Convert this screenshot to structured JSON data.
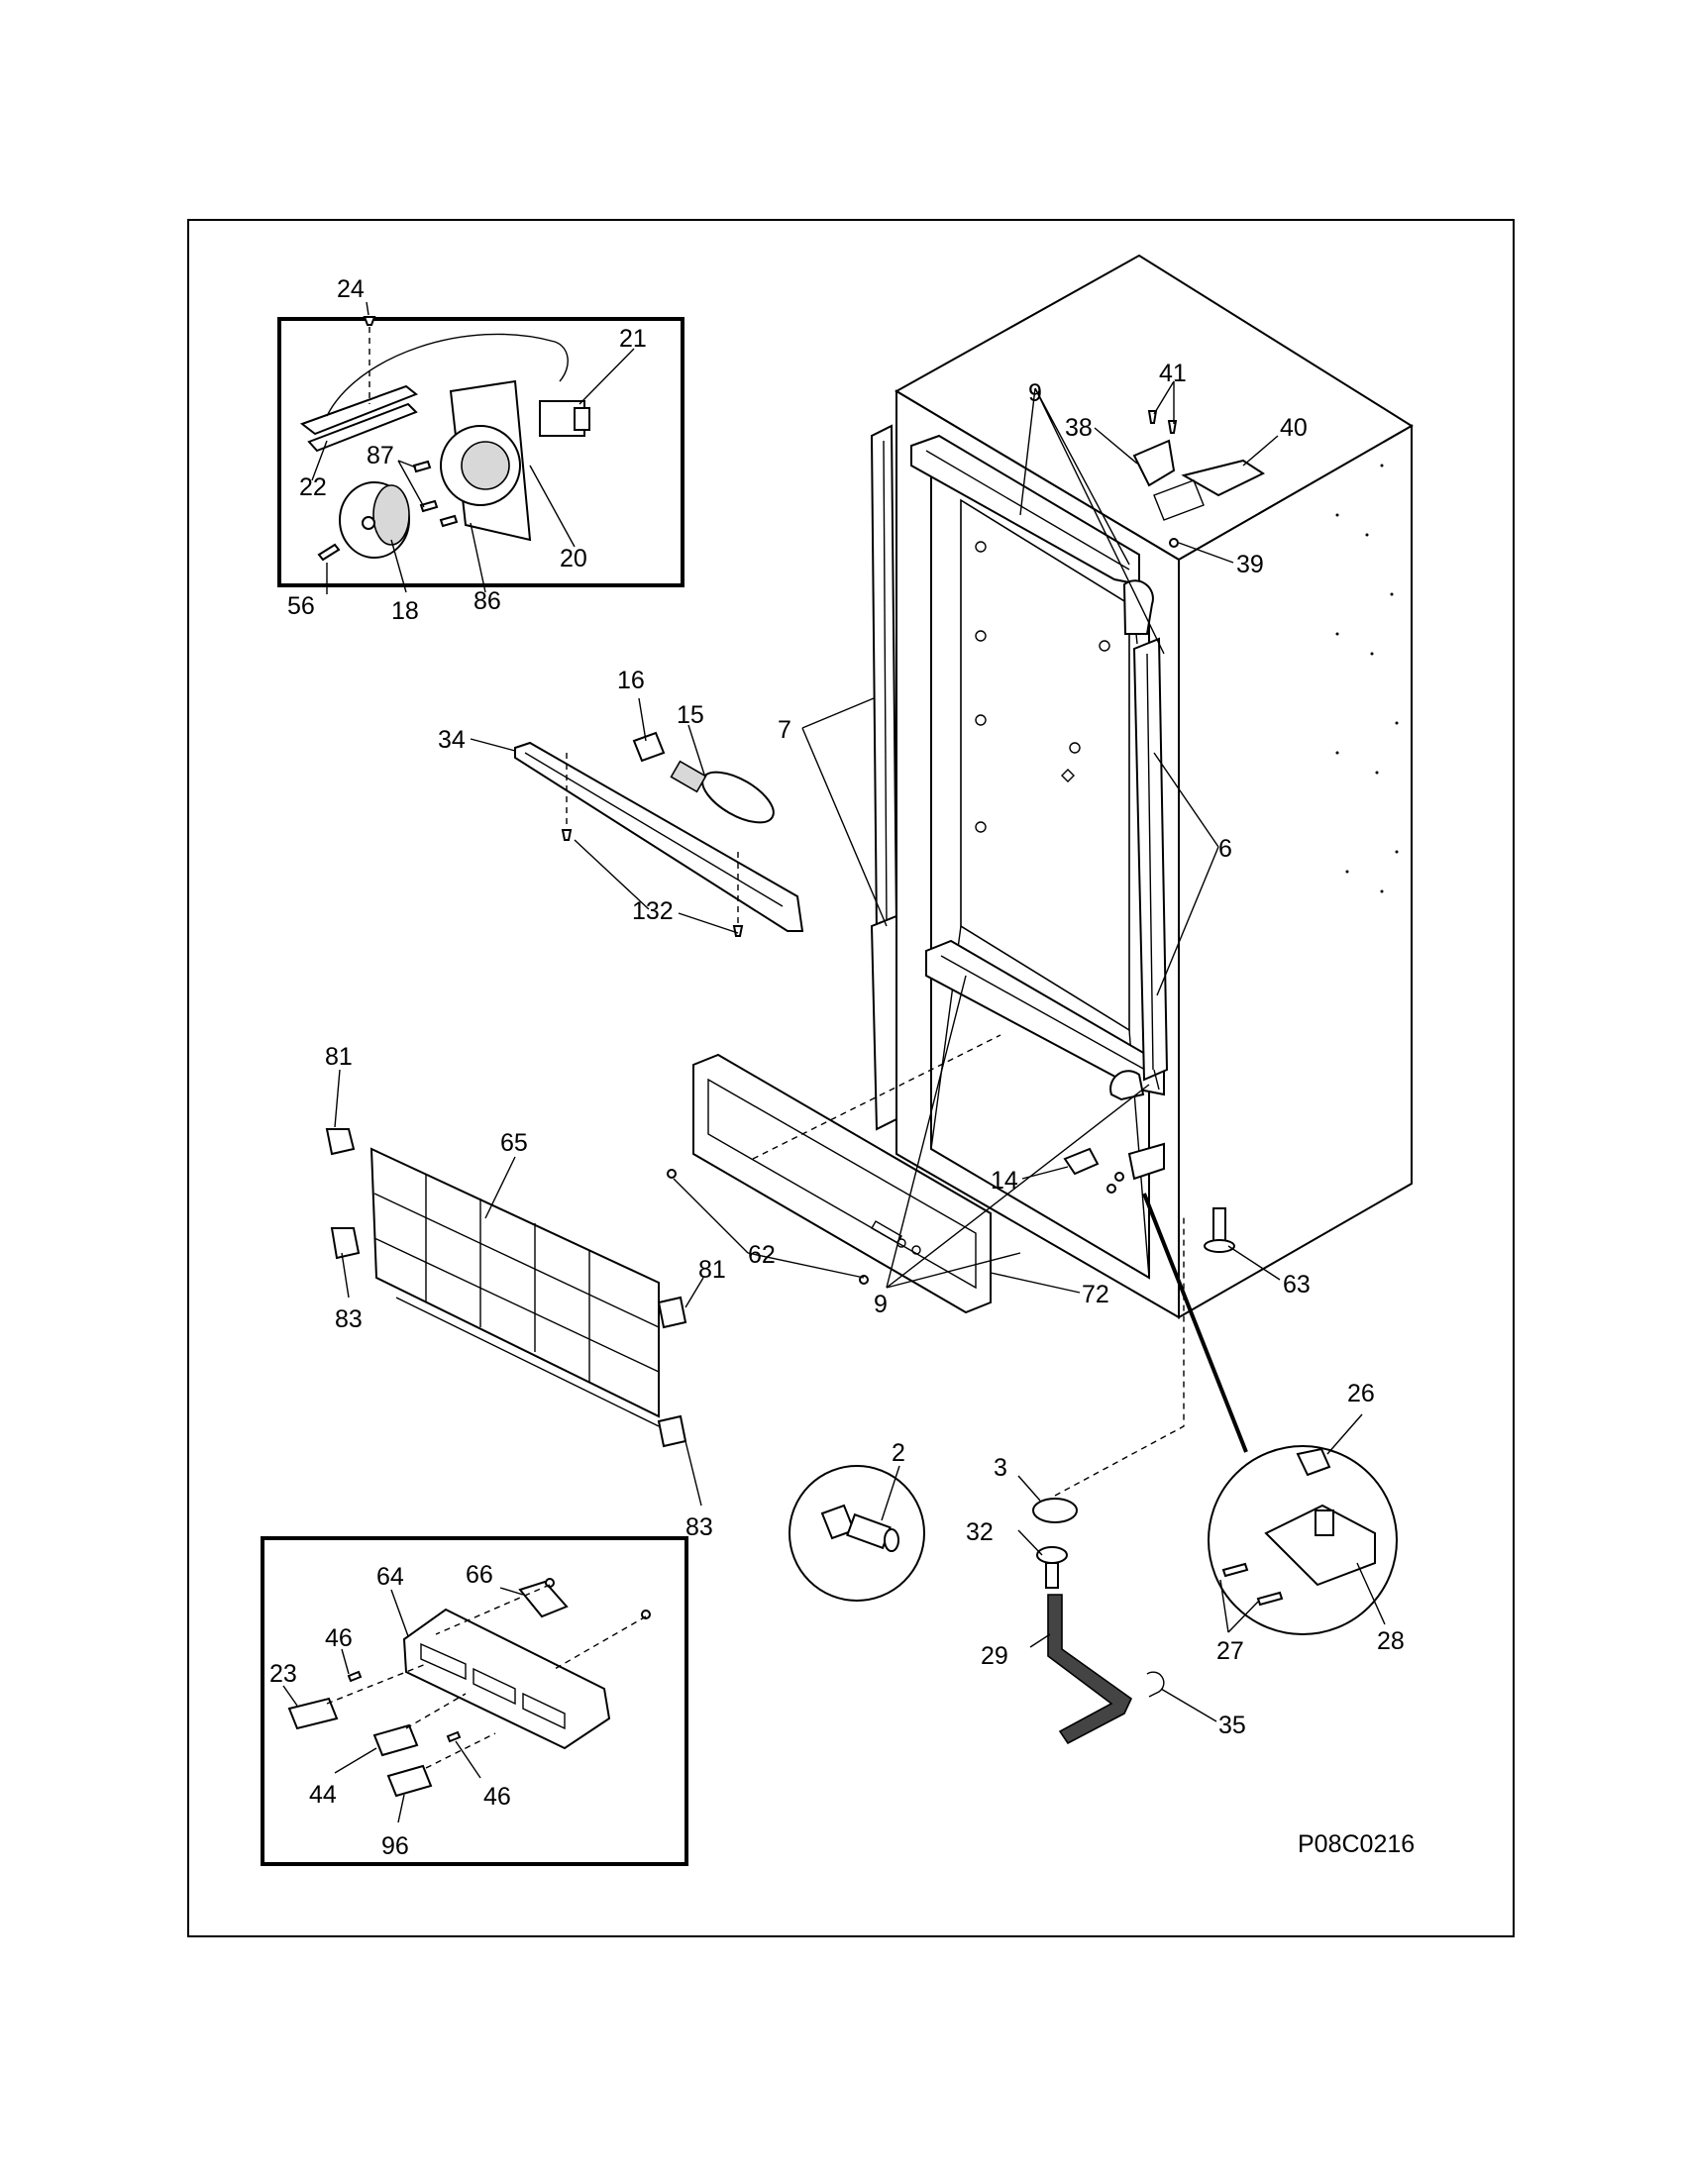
{
  "drawing_code": "P08C0216",
  "callouts": [
    {
      "key": "c24",
      "text": "24"
    },
    {
      "key": "c21",
      "text": "21"
    },
    {
      "key": "c87",
      "text": "87"
    },
    {
      "key": "c22",
      "text": "22"
    },
    {
      "key": "c20",
      "text": "20"
    },
    {
      "key": "c56",
      "text": "56"
    },
    {
      "key": "c18",
      "text": "18"
    },
    {
      "key": "c86",
      "text": "86"
    },
    {
      "key": "c16",
      "text": "16"
    },
    {
      "key": "c15",
      "text": "15"
    },
    {
      "key": "c34",
      "text": "34"
    },
    {
      "key": "c132",
      "text": "132"
    },
    {
      "key": "c9a",
      "text": "9"
    },
    {
      "key": "c41",
      "text": "41"
    },
    {
      "key": "c38",
      "text": "38"
    },
    {
      "key": "c40",
      "text": "40"
    },
    {
      "key": "c39",
      "text": "39"
    },
    {
      "key": "c7",
      "text": "7"
    },
    {
      "key": "c6",
      "text": "6"
    },
    {
      "key": "c9b",
      "text": "9"
    },
    {
      "key": "c81a",
      "text": "81"
    },
    {
      "key": "c65",
      "text": "65"
    },
    {
      "key": "c83a",
      "text": "83"
    },
    {
      "key": "c81b",
      "text": "81"
    },
    {
      "key": "c83b",
      "text": "83"
    },
    {
      "key": "c62",
      "text": "62"
    },
    {
      "key": "c72",
      "text": "72"
    },
    {
      "key": "c14",
      "text": "14"
    },
    {
      "key": "c63",
      "text": "63"
    },
    {
      "key": "c26",
      "text": "26"
    },
    {
      "key": "c27",
      "text": "27"
    },
    {
      "key": "c28",
      "text": "28"
    },
    {
      "key": "c2",
      "text": "2"
    },
    {
      "key": "c3",
      "text": "3"
    },
    {
      "key": "c32",
      "text": "32"
    },
    {
      "key": "c29",
      "text": "29"
    },
    {
      "key": "c35",
      "text": "35"
    },
    {
      "key": "c64",
      "text": "64"
    },
    {
      "key": "c66",
      "text": "66"
    },
    {
      "key": "c46a",
      "text": "46"
    },
    {
      "key": "c23",
      "text": "23"
    },
    {
      "key": "c44",
      "text": "44"
    },
    {
      "key": "c46b",
      "text": "46"
    },
    {
      "key": "c96",
      "text": "96"
    }
  ]
}
